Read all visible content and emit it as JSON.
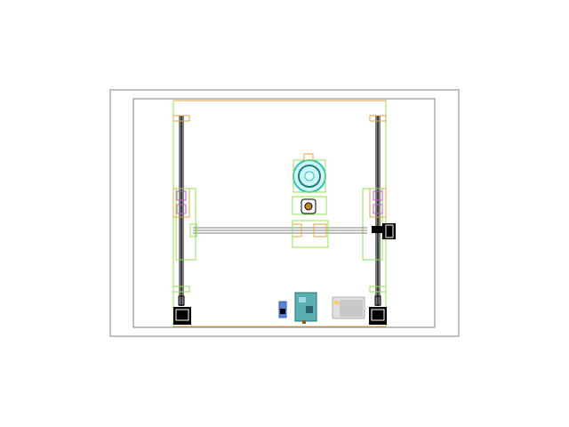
{
  "drawing": {
    "colors": {
      "frame": "#808080",
      "outline": "#e8a040",
      "construction": "#90e050",
      "rail": "#808080",
      "spindle": "#30c0c0",
      "board": "#3aa0a0",
      "module": "#3060c0",
      "motor": "#000000"
    },
    "components": [
      "left-rail",
      "right-rail",
      "x-gantry-bar",
      "spindle",
      "spindle-motor",
      "stepper-motor-left",
      "stepper-motor-right",
      "stepper-motor-x",
      "driver-module",
      "controller-board",
      "power-module"
    ]
  }
}
